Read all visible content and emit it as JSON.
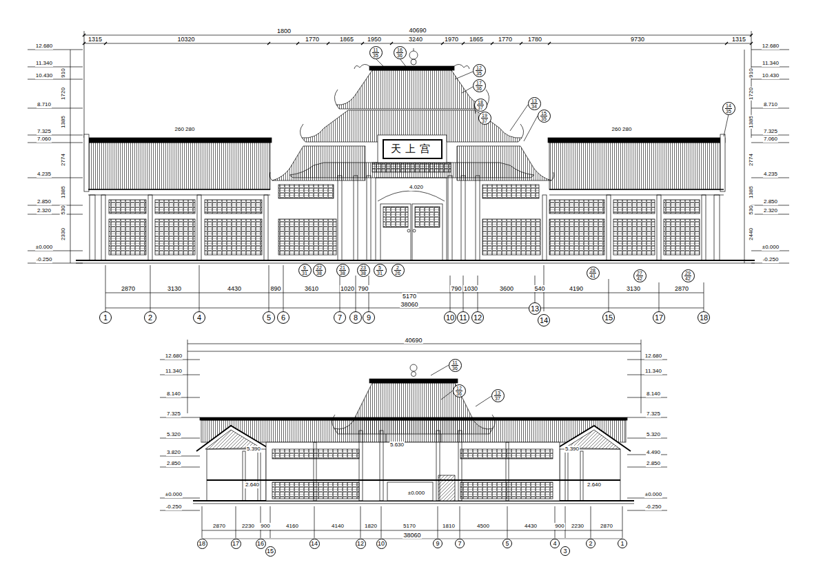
{
  "diagram": {
    "nodes": [
      {
        "text": [
          "11",
          "35"
        ]
      },
      {
        "text": [
          "16",
          "36"
        ]
      },
      {
        "text": [
          "12",
          "35"
        ]
      },
      {
        "text": [
          "17",
          "36"
        ]
      },
      {
        "text": [
          "18",
          "37"
        ]
      },
      {
        "text": [
          "19",
          "37"
        ]
      },
      {
        "text": [
          "13",
          "34"
        ]
      },
      {
        "text": [
          "15",
          "35"
        ]
      },
      {
        "text": [
          "14",
          "35"
        ]
      },
      {
        "text": [
          "天上宫"
        ]
      },
      {
        "text": [
          "6",
          "31"
        ]
      },
      {
        "text": [
          "22",
          "38"
        ]
      },
      {
        "text": [
          "21",
          "38"
        ]
      },
      {
        "text": [
          "23",
          "38"
        ]
      },
      {
        "text": [
          "5",
          "31"
        ]
      },
      {
        "text": [
          "2",
          "26"
        ]
      },
      {
        "text": [
          "28",
          "41"
        ]
      },
      {
        "text": [
          "27",
          "42"
        ]
      },
      {
        "text": [
          "29",
          "42"
        ]
      },
      {
        "text": [
          "1"
        ]
      },
      {
        "text": [
          "2"
        ]
      },
      {
        "text": [
          "4"
        ]
      },
      {
        "text": [
          "5"
        ]
      },
      {
        "text": [
          "6"
        ]
      },
      {
        "text": [
          "7"
        ]
      },
      {
        "text": [
          "8"
        ]
      },
      {
        "text": [
          "9"
        ]
      },
      {
        "text": [
          "10"
        ]
      },
      {
        "text": [
          "11"
        ]
      },
      {
        "text": [
          "12"
        ]
      },
      {
        "text": [
          "13"
        ]
      },
      {
        "text": [
          "14"
        ]
      },
      {
        "text": [
          "15"
        ]
      },
      {
        "text": [
          "17"
        ]
      },
      {
        "text": [
          "18"
        ]
      },
      {
        "text": [
          "11",
          "36"
        ]
      },
      {
        "text": [
          "12",
          "36"
        ]
      },
      {
        "text": [
          "13",
          "37"
        ]
      },
      {
        "text": [
          "18"
        ]
      },
      {
        "text": [
          "17"
        ]
      },
      {
        "text": [
          "16"
        ]
      },
      {
        "text": [
          "15"
        ]
      },
      {
        "text": [
          "14"
        ]
      },
      {
        "text": [
          "12"
        ]
      },
      {
        "text": [
          "10"
        ]
      },
      {
        "text": [
          "9"
        ]
      },
      {
        "text": [
          "7"
        ]
      },
      {
        "text": [
          "5"
        ]
      },
      {
        "text": [
          "4"
        ]
      },
      {
        "text": [
          "3"
        ]
      },
      {
        "text": [
          "2"
        ]
      },
      {
        "text": [
          "1"
        ]
      }
    ],
    "labels": [
      "40690",
      "1315",
      "10320",
      "1800",
      "1770",
      "1865",
      "1950",
      "3240",
      "1970",
      "1865",
      "1770",
      "1780",
      "9730",
      "1315",
      "12.680",
      "11.340",
      "10.430",
      "8.710",
      "7.325",
      "7.060",
      "4.235",
      "2.850",
      "2.320",
      "±0.000",
      "-0.250",
      "12.680",
      "11.340",
      "10.430",
      "8.710",
      "7.325",
      "7.060",
      "4.235",
      "2.850",
      "2.320",
      "±0.000",
      "-0.250",
      "910",
      "1720",
      "1385",
      "2774",
      "1385",
      "530",
      "2330",
      "910",
      "1720",
      "1385",
      "2774",
      "1385",
      "530",
      "2440",
      "2870",
      "3130",
      "4430",
      "890",
      "3610",
      "1020",
      "790",
      "5170",
      "790",
      "1030",
      "3600",
      "540",
      "4190",
      "3130",
      "2870",
      "38060",
      "260 280",
      "260 280",
      "4.020",
      "40690",
      "38060",
      "2870",
      "2230",
      "900",
      "4160",
      "4140",
      "1820",
      "5170",
      "1810",
      "4500",
      "4430",
      "900",
      "2230",
      "2870",
      "12.680",
      "11.340",
      "8.140",
      "7.325",
      "5.320",
      "3.820",
      "2.850",
      "±0.000",
      "-0.250",
      "12.680",
      "11.340",
      "8.140",
      "7.325",
      "5.320",
      "4.490",
      "2.850",
      "±0.000",
      "-0.250",
      "5.630",
      "5.390",
      "5.390",
      "2.640",
      "2.640",
      "±0.000"
    ]
  }
}
